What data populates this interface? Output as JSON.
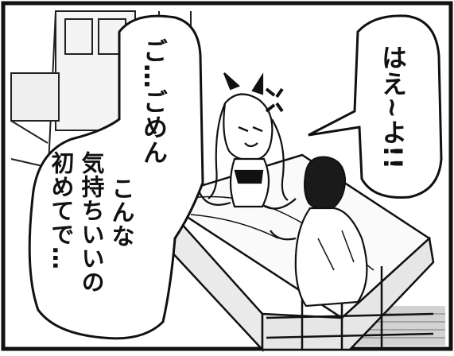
{
  "speech_left": {
    "line1": "ご…ごめん",
    "line2": "こんな",
    "line3": "気持ちいいの",
    "line4": "初めてで…"
  },
  "speech_right": {
    "text": "はえ~よ!!"
  },
  "colors": {
    "ink": "#111111",
    "paper": "#ffffff",
    "screentone": "#cfcfcf"
  }
}
